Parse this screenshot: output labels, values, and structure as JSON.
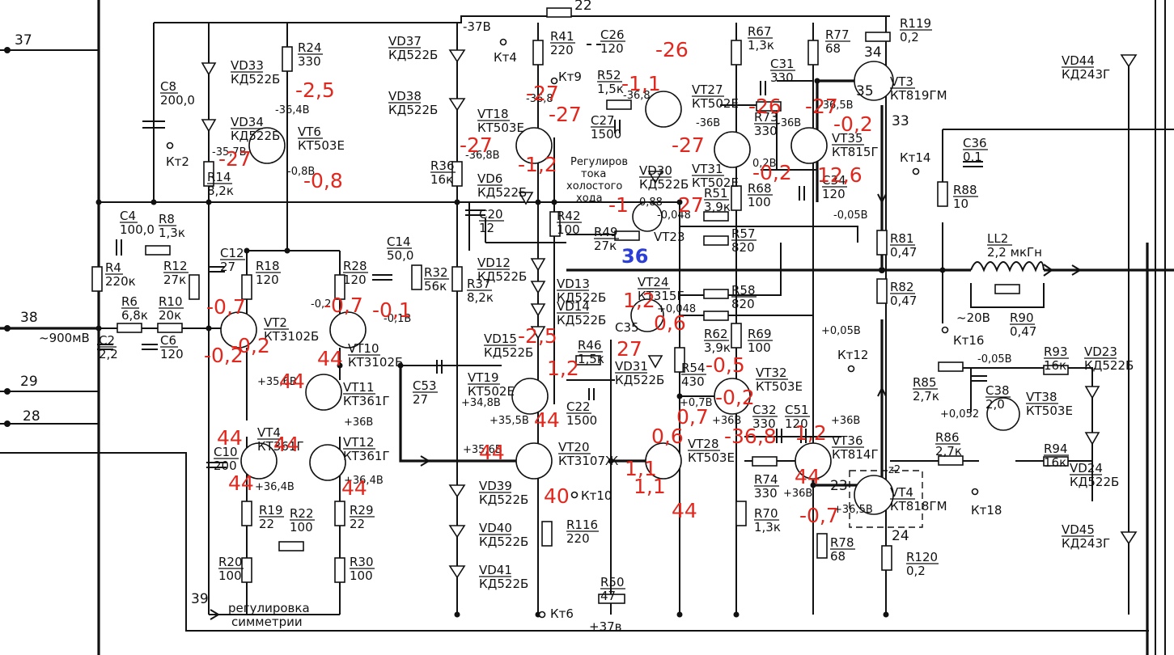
{
  "schematic": {
    "node_labels": {
      "n37": "37",
      "n38": "38",
      "n29": "29",
      "n28": "28",
      "n39": "39",
      "n22": "22",
      "n34": "34",
      "n35": "35",
      "n33": "33",
      "n23": "23",
      "n24": "24",
      "z2": "z2"
    },
    "test_points": {
      "kt2": "Кт2",
      "kt4": "Кт4",
      "kt9": "Кт9",
      "kt14": "Кт14",
      "kt12": "Кт12",
      "kt10": "Кт10",
      "kt6": "Кт6",
      "kt16": "Кт16",
      "kt18": "Кт18"
    },
    "rail_labels": {
      "neg37": "-37В",
      "pos37": "+37в",
      "in_signal": "~900мВ",
      "neg20": "~20В",
      "p005a": "+0,05В",
      "n005": "-0,05В",
      "n0052": "-0,05В",
      "p0052": "+0,052"
    },
    "sym_adj": {
      "line1": "регулировка",
      "line2": "симметрии"
    },
    "bias_adj": {
      "line1": "Регулиров",
      "line2": "тока",
      "line3": "холостого",
      "line4": "хода"
    },
    "components": {
      "R24": [
        "R24",
        "330"
      ],
      "R14": [
        "R14",
        "8,2к"
      ],
      "R4": [
        "R4",
        "220к"
      ],
      "R8": [
        "R8",
        "1,3к"
      ],
      "R12": [
        "R12",
        "27к"
      ],
      "R6": [
        "R6",
        "6,8к"
      ],
      "R10": [
        "R10",
        "20к"
      ],
      "R18": [
        "R18",
        "120"
      ],
      "R28": [
        "R28",
        "120"
      ],
      "R32": [
        "R32",
        "56к"
      ],
      "R37": [
        "R37",
        "8,2к"
      ],
      "R36": [
        "R36",
        "16к"
      ],
      "R41": [
        "R41",
        "220"
      ],
      "R52": [
        "R52",
        "1,5к"
      ],
      "R42": [
        "R42",
        "100"
      ],
      "R49": [
        "R49",
        "27к"
      ],
      "R67": [
        "R67",
        "1,3к"
      ],
      "R73": [
        "R73",
        "330"
      ],
      "R68": [
        "R68",
        "100"
      ],
      "R51": [
        "R51",
        "3,9к"
      ],
      "R57": [
        "R57",
        "820"
      ],
      "R58": [
        "R58",
        "820"
      ],
      "R62": [
        "R62",
        "3,9к"
      ],
      "R69": [
        "R69",
        "100"
      ],
      "R54": [
        "R54",
        "430"
      ],
      "R46": [
        "R46",
        "1,5к"
      ],
      "R77": [
        "R77",
        "68"
      ],
      "R119": [
        "R119",
        "0,2"
      ],
      "R81": [
        "R81",
        "0,47"
      ],
      "R82": [
        "R82",
        "0,47"
      ],
      "R88": [
        "R88",
        "10"
      ],
      "R90": [
        "R90",
        "0,47"
      ],
      "R93": [
        "R93",
        "16к"
      ],
      "R94": [
        "R94",
        "16к"
      ],
      "R85": [
        "R85",
        "2,7к"
      ],
      "R86": [
        "R86",
        "2,7к"
      ],
      "R74": [
        "R74",
        "330"
      ],
      "R70": [
        "R70",
        "1,3к"
      ],
      "R78": [
        "R78",
        "68"
      ],
      "R120": [
        "R120",
        "0,2"
      ],
      "R19": [
        "R19",
        "22"
      ],
      "R22": [
        "R22",
        "100"
      ],
      "R29": [
        "R29",
        "22"
      ],
      "R20": [
        "R20",
        "100"
      ],
      "R30": [
        "R30",
        "100"
      ],
      "R116": [
        "R116",
        "220"
      ],
      "R50": [
        "R50",
        "47"
      ],
      "C8": [
        "C8",
        "200,0"
      ],
      "C4": [
        "C4",
        "100,0"
      ],
      "C12": [
        "C12",
        "27"
      ],
      "C14": [
        "C14",
        "50,0"
      ],
      "C2": [
        "C2",
        "2,2"
      ],
      "C6": [
        "C6",
        "120"
      ],
      "C10": [
        "C10",
        "200"
      ],
      "C20": [
        "C20",
        "12"
      ],
      "C26": [
        "C26",
        "120"
      ],
      "C27": [
        "C27",
        "1500"
      ],
      "C31": [
        "C31",
        "330"
      ],
      "C34": [
        "C34",
        "120"
      ],
      "C36": [
        "C36",
        "0,1"
      ],
      "C38": [
        "C38",
        "2,0"
      ],
      "C53": [
        "C53",
        "27"
      ],
      "C22": [
        "C22",
        "1500"
      ],
      "C32": [
        "C32",
        "330"
      ],
      "C51": [
        "C51",
        "120"
      ],
      "C35": [
        "C35",
        ""
      ],
      "LL2": [
        "LL2",
        "2,2 мкГн"
      ],
      "VD33": [
        "VD33",
        "КД522Б"
      ],
      "VD34": [
        "VD34",
        "КД522Б"
      ],
      "VD37": [
        "VD37",
        "КД522Б"
      ],
      "VD38": [
        "VD38",
        "КД522Б"
      ],
      "VD6": [
        "VD6",
        "КД522Б"
      ],
      "VD12": [
        "VD12",
        "КД522Б"
      ],
      "VD13": [
        "VD13",
        "КД522Б"
      ],
      "VD14": [
        "VD14",
        "КД522Б"
      ],
      "VD15": [
        "VD15",
        "КД522Б"
      ],
      "VD39": [
        "VD39",
        "КД522Б"
      ],
      "VD40": [
        "VD40",
        "КД522Б"
      ],
      "VD41": [
        "VD41",
        "КД522Б"
      ],
      "VD44": [
        "VD44",
        "КД243Г"
      ],
      "VD45": [
        "VD45",
        "КД243Г"
      ],
      "VD23": [
        "VD23",
        "КД522Б"
      ],
      "VD24": [
        "VD24",
        "КД522Б"
      ],
      "VD31": [
        "VD31",
        "КД522Б"
      ],
      "VD30": [
        "VD30",
        "КД522Б"
      ],
      "VT2": [
        "VT2",
        "КТ3102Б"
      ],
      "VT10": [
        "VT10",
        "КТ3102Б"
      ],
      "VT6": [
        "VT6",
        "КТ503Е"
      ],
      "VT11": [
        "VT11",
        "КТ361Г"
      ],
      "VT4a": [
        "VT4",
        "КТ361Г"
      ],
      "VT12": [
        "VT12",
        "КТ361Г"
      ],
      "VT18": [
        "VT18",
        "КТ503Е"
      ],
      "VT19": [
        "VT19",
        "КТ502Е"
      ],
      "VT20": [
        "VT20",
        "КТ3107Ж"
      ],
      "VT27": [
        "VT27",
        "КТ502Е"
      ],
      "VT31": [
        "VT31",
        "КТ502Е"
      ],
      "VT35": [
        "VT35",
        "КТ815Г"
      ],
      "VT3": [
        "VT3",
        "КТ819ГМ"
      ],
      "VT32": [
        "VT32",
        "КТ503Е"
      ],
      "VT28": [
        "VT28",
        "КТ503Е"
      ],
      "VT36": [
        "VT36",
        "КТ814Г"
      ],
      "VT4b": [
        "VT4",
        "КТ818ГМ"
      ],
      "VT38": [
        "VT38",
        "КТ503Е"
      ],
      "VT23": [
        "VT23",
        ""
      ],
      "VT24": [
        "VT24",
        "КТ315Г"
      ]
    },
    "printed_voltages": {
      "v1": "-36,4В",
      "v2": "-35,7В",
      "v3": "-0,8В",
      "v4": "-36,8В",
      "v5": "-36,8",
      "v6": "-0,1В",
      "v7": "-0,2",
      "v8": "+35,6В",
      "v9": "+36В",
      "v10": "+36,4В",
      "v11": "+36,4В",
      "v12": "+34,8В",
      "v13": "+35,5В",
      "v14": "+35,6В",
      "v15": "-0,048",
      "v16": "+0,048",
      "v17": "0,2В",
      "v18": "+0,7В",
      "v19": "+36В",
      "v20": "+36В",
      "v21": "-36В",
      "v22": "-36В",
      "v23": "-36,5В",
      "v24": "-36,8",
      "v25": "+36В",
      "v26": "+36,5В",
      "v27": "0,88"
    },
    "handwritten_red": {
      "h1": "-2,5",
      "h2": "-27",
      "h3": "-0,8",
      "h4": "-0,7",
      "h5": "-0,7",
      "h6": "-0,1",
      "h7": "-0,2",
      "h8": "-0,2",
      "h9": "44",
      "h10": "44",
      "h11": "44",
      "h12": "44",
      "h13": "44",
      "h14": "44",
      "h15": "-27",
      "h16": "-27",
      "h17": "-1,2",
      "h18": "-27",
      "h19": "-1,1",
      "h20": "-26",
      "h21": "-27",
      "h22": "-26",
      "h23": "-0,2",
      "h24": "-27",
      "h25": "-0,2",
      "h26": "12,6",
      "h27": "1,2",
      "h28": "0,6",
      "h29": "0,6",
      "h30": "1,1",
      "h31": "44",
      "h32": "27",
      "h33": "44",
      "h34": "27",
      "h35": "44",
      "h36": "1,2",
      "h37": "-0,5",
      "h38": "40",
      "h39": "-1",
      "h40": "1,1",
      "h41": "-0,2",
      "h42": "44",
      "h43": "0,7",
      "h44": "-36,8",
      "h45": "1,2",
      "h46": "-2,5",
      "h47": "-0,7"
    },
    "blue_mark": "36",
    "colors": {
      "ink": "#111111",
      "red_ink": "#e0281e",
      "blue_ink": "#2b3fd6",
      "paper": "#ffffff"
    }
  }
}
